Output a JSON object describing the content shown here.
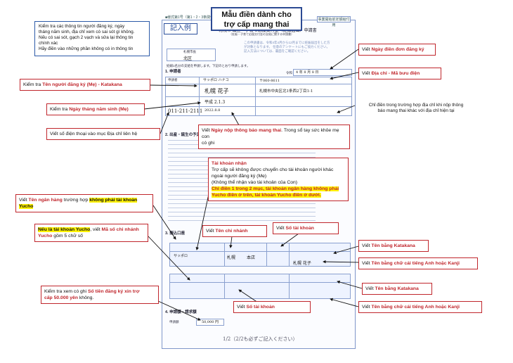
{
  "header": {
    "title_line1": "Mẫu điền dành cho",
    "title_line2": "trợ cấp mang thai"
  },
  "intro_note": {
    "line1": "Kiểm tra các thông tin người đăng ký, ngày",
    "line2": "tháng năm sinh, địa chỉ xem có sai sót gì không.",
    "line3": "Nếu có sai sót, gạch 2 vạch và sửa lại thông tin",
    "line4": "chính xác",
    "line5": "Hãy điền vào những phần không có in thông tin"
  },
  "form": {
    "code_text": "■様式第1号（第1・2・3条関係）",
    "stamp_text": "事業開始前定額給付用",
    "kinyurei": "記入例",
    "title": "札幌市 出産・子育て応援交付金（妊娠届出）申請書",
    "subtitle": "（妊娠・子育て応援交付金の支給に関する申請書）",
    "notes_line1": "この申請書は、令和4年4月から12月までに妊娠届出をした方",
    "notes_line2": "が対象となります。 任意のアンケートにもご協力ください。",
    "notes_line3": "記入方法については、裏面をご確認ください。",
    "ward_label": "札幌市長",
    "ward_value": "北区",
    "applicant_label": "申請者",
    "applicant_field_label": "1. 申請者",
    "apply_line": "妊婦1名分の支給を申請します。下記のとおり申請します。",
    "date_label": "令和",
    "date_value": "4  年  8  月  8  日",
    "furigana_value": "サッポロ ハナコ",
    "name_value": "札幌  花子",
    "birth_value": "平成 2.1.3",
    "phone_value": "011-211-2111",
    "address_zip": "〒060-8611",
    "address_value": "札幌市中央区北1条西2丁目1-1",
    "notify_date": "2022.8.8",
    "section2": "2. 出産・誕生の予定",
    "section3": "3. 振込口座",
    "section4": "4. 申請額・請求額",
    "bank_furigana": "サッポロ",
    "bank_value": "札幌",
    "branch_value": "本店",
    "acct_name_value": "札幌  花子",
    "amount_label": "申請額",
    "amount_value": "50,000",
    "amount_unit": "円",
    "page_footer": "1/2（2/2も必ずご記入ください）"
  },
  "annotations": {
    "submission_date": {
      "prefix": "Viết ",
      "accent": "Ngày điền đơn đăng ký"
    },
    "address": {
      "accent": "Địa chỉ - Mã bưu điện",
      "prefix": "Viết "
    },
    "name": {
      "prefix": "Kiểm tra ",
      "accent": "Tên người đăng ký (Mẹ) - Katakana"
    },
    "birth": {
      "prefix": "Kiểm tra ",
      "accent": "Ngày tháng năm sinh (Mẹ)"
    },
    "phone": {
      "text": "Viết số điện thoại vào mục Địa chỉ liên hệ"
    },
    "other_address": {
      "line1": "Chỉ điền trong trường hợp địa chỉ khi nộp thông",
      "line2": "báo mang thai khác với địa chỉ hiện tại"
    },
    "notify": {
      "prefix": "Viết ",
      "accent": "Ngày nộp thông báo mang thai",
      "suffix": ". Trong sổ tay sức khỏe mẹ con",
      "line2": "có ghi"
    },
    "account": {
      "title": "Tài khoản nhận",
      "line1": "Trợ cấp sẽ không được chuyển cho tài khoản người khác",
      "line2": "ngoài người đăng ký (Mẹ)",
      "line3": "(Không thể nhận vào tài khoản của Con)",
      "hl1": "Chỉ điền 1 trong 2 mục, tài khoản ngân hàng không phải",
      "hl2": "Yucho điền ở trên, tài khoản Yucho điền ở dưới."
    },
    "bank_name": {
      "prefix": "Viết ",
      "accent": "Tên ngân hàng",
      "mid": " trường hợp ",
      "hl": "không phải tài khoản",
      "hl2": "Yucho"
    },
    "branch_name": {
      "prefix": "Viết ",
      "accent": "Tên chi nhánh"
    },
    "account_no_top": {
      "prefix": "Viết ",
      "accent": "Số tài khoản"
    },
    "katakana_top": {
      "prefix": "Viết ",
      "accent": "Tên bằng Katakana"
    },
    "kanji_top": {
      "prefix": "Viết ",
      "accent": "Tên bằng chữ cái tiếng Anh hoặc Kanji"
    },
    "yucho": {
      "hl": "Nếu là tài khoản Yucho",
      "mid": ", viết ",
      "accent": "Mã số chi nhánh",
      "line2a": "Yucho",
      "line2b": " gồm 5 chữ số"
    },
    "katakana_bottom": {
      "prefix": "Viết ",
      "accent": "Tên bằng Katakana"
    },
    "amount": {
      "prefix": "Kiểm tra xem có ghi ",
      "accent": "Số tiền đăng ký xin trợ",
      "accent2": "cấp 50.000 yên",
      "suffix": " không."
    },
    "account_no_bottom": {
      "prefix": "Viết ",
      "accent": "Số tài khoản"
    },
    "kanji_bottom": {
      "prefix": "Viết ",
      "accent": "Tên bằng chữ cái tiếng Anh hoặc Kanji"
    }
  },
  "colors": {
    "accent_red": "#c0262c",
    "border_blue": "#2c4a93",
    "highlight_yellow": "#fff200"
  }
}
